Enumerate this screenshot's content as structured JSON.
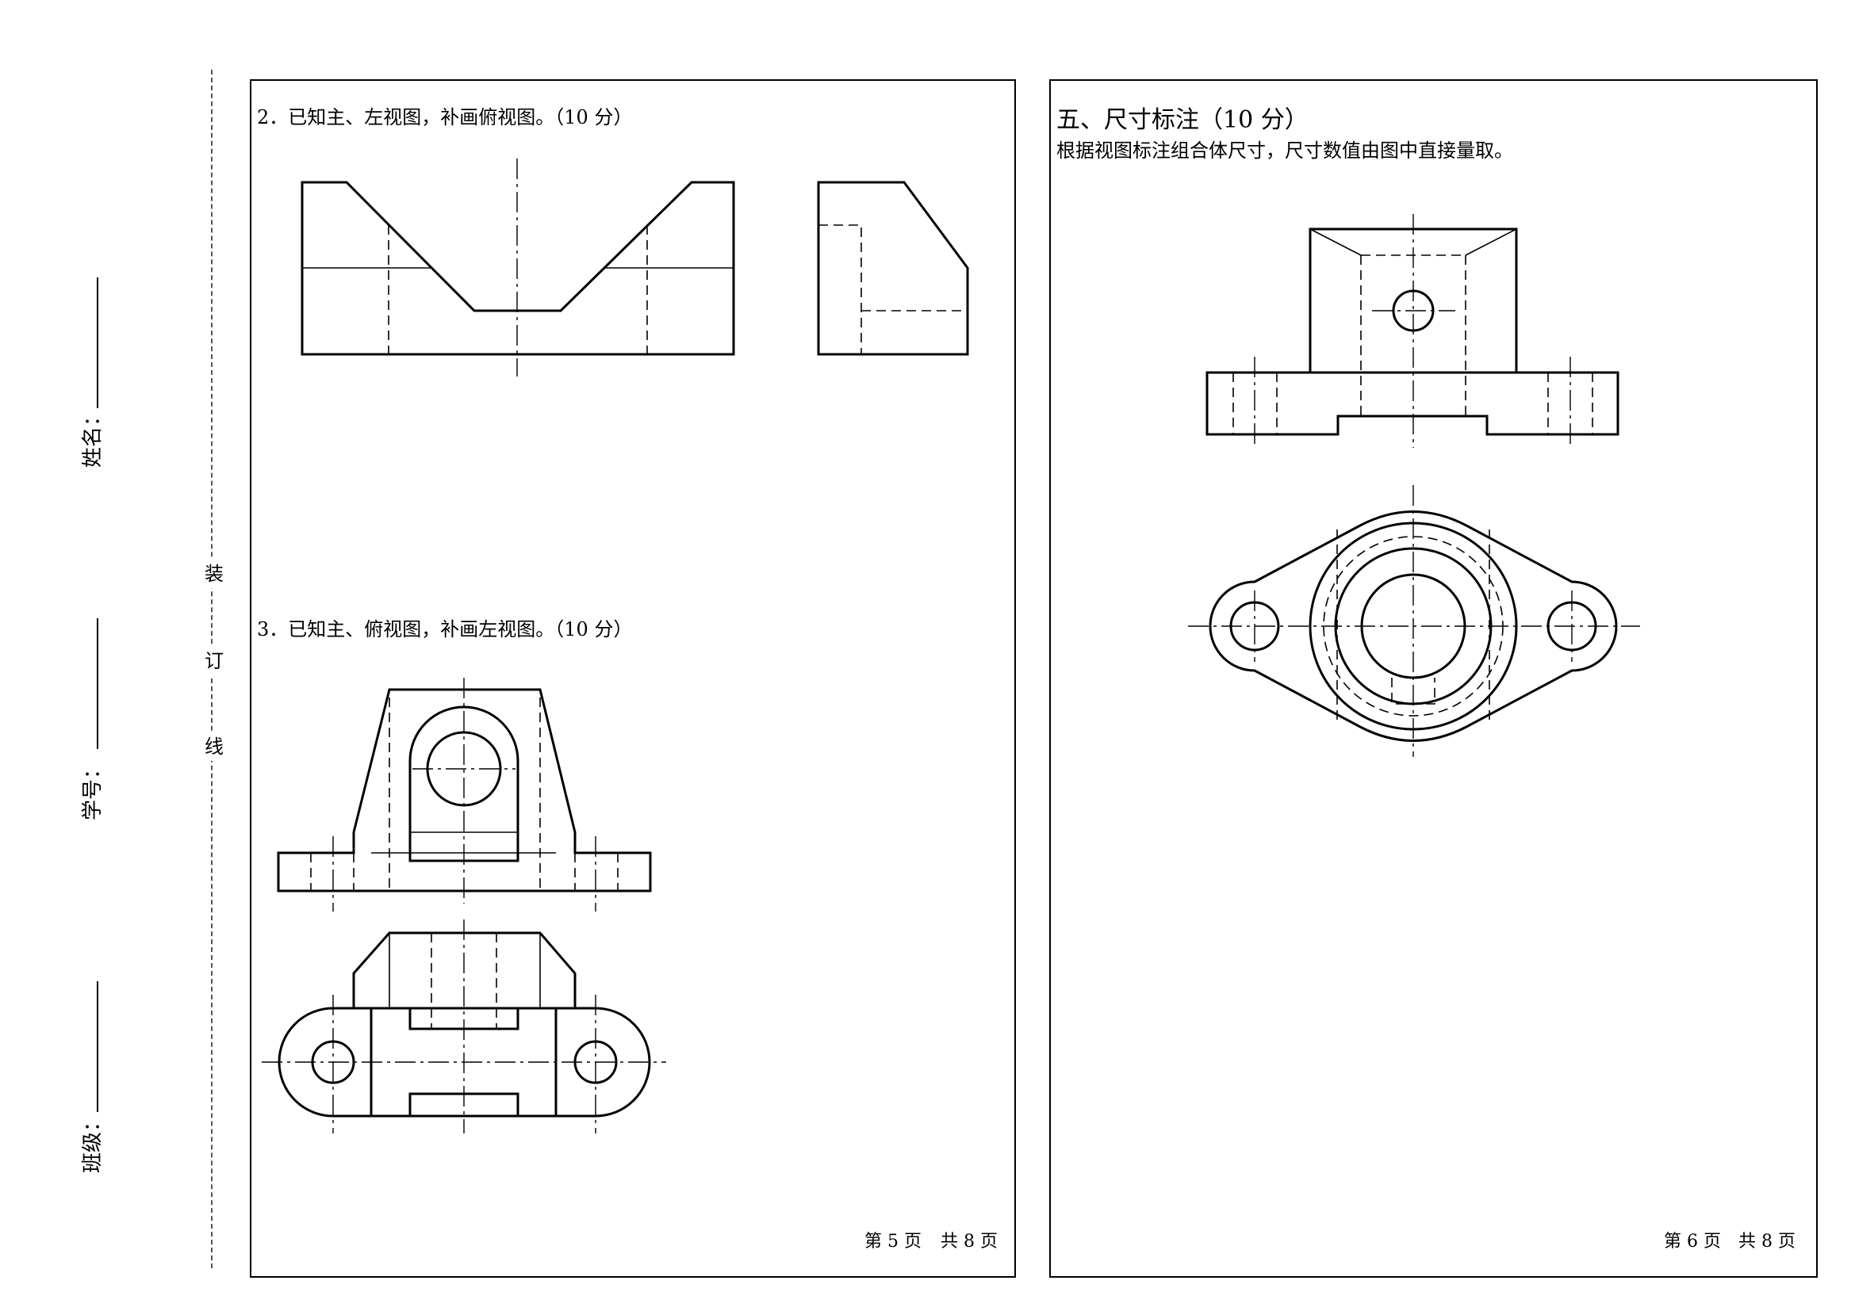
{
  "binding": {
    "chars": [
      "装",
      "订",
      "线"
    ]
  },
  "student_info": {
    "name_label": "姓名：",
    "id_label": "学号：",
    "class_label": "班级："
  },
  "left_page": {
    "q2": {
      "title": "2．已知主、左视图，补画俯视图。（10 分）"
    },
    "q3": {
      "title": "3．已知主、俯视图，补画左视图。（10 分）"
    },
    "footer": {
      "current": "第 5 页",
      "total": "共 8 页"
    }
  },
  "right_page": {
    "section_title": "五、尺寸标注（10 分）",
    "instruction": "根据视图标注组合体尺寸，尺寸数值由图中直接量取。",
    "footer": {
      "current": "第 6 页",
      "total": "共 8 页"
    }
  }
}
